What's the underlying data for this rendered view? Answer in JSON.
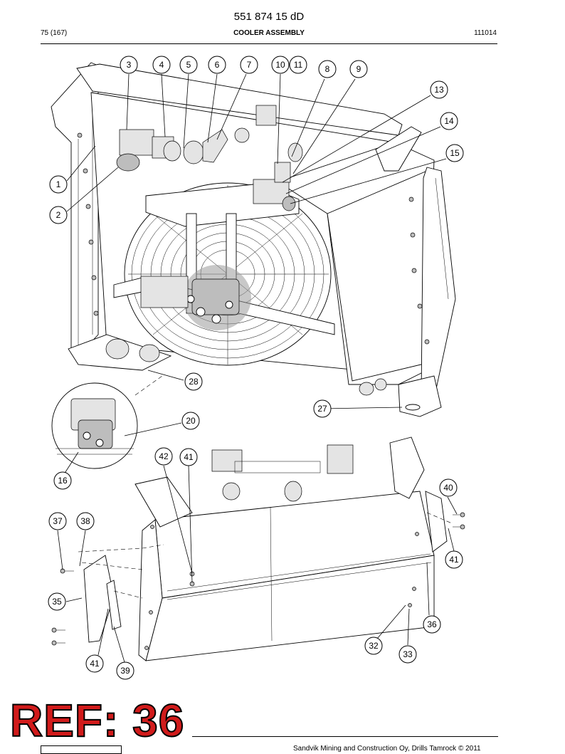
{
  "header": {
    "doc_number": "551 874 15 dD",
    "page_ref": "75 (167)",
    "section_title": "COOLER ASSEMBLY",
    "date_code": "111014"
  },
  "callouts": [
    {
      "id": "c1",
      "label": "1"
    },
    {
      "id": "c2",
      "label": "2"
    },
    {
      "id": "c3",
      "label": "3"
    },
    {
      "id": "c4",
      "label": "4"
    },
    {
      "id": "c5",
      "label": "5"
    },
    {
      "id": "c6",
      "label": "6"
    },
    {
      "id": "c7",
      "label": "7"
    },
    {
      "id": "c8",
      "label": "8"
    },
    {
      "id": "c9",
      "label": "9"
    },
    {
      "id": "c10",
      "label": "10"
    },
    {
      "id": "c11",
      "label": "11"
    },
    {
      "id": "c13",
      "label": "13"
    },
    {
      "id": "c14",
      "label": "14"
    },
    {
      "id": "c15",
      "label": "15"
    },
    {
      "id": "c16",
      "label": "16"
    },
    {
      "id": "c20",
      "label": "20"
    },
    {
      "id": "c27",
      "label": "27"
    },
    {
      "id": "c28",
      "label": "28"
    },
    {
      "id": "c32",
      "label": "32"
    },
    {
      "id": "c33",
      "label": "33"
    },
    {
      "id": "c35",
      "label": "35"
    },
    {
      "id": "c36",
      "label": "36"
    },
    {
      "id": "c37",
      "label": "37"
    },
    {
      "id": "c38",
      "label": "38"
    },
    {
      "id": "c39",
      "label": "39"
    },
    {
      "id": "c40",
      "label": "40"
    },
    {
      "id": "c41a",
      "label": "41"
    },
    {
      "id": "c41b",
      "label": "41"
    },
    {
      "id": "c41c",
      "label": "41"
    },
    {
      "id": "c42",
      "label": "42"
    }
  ],
  "stamp": {
    "text": "REF: 36",
    "color": "#d11b1b"
  },
  "footer": {
    "copyright": "Sandvik Mining and Construction Oy, Drills Tamrock © 2011"
  }
}
